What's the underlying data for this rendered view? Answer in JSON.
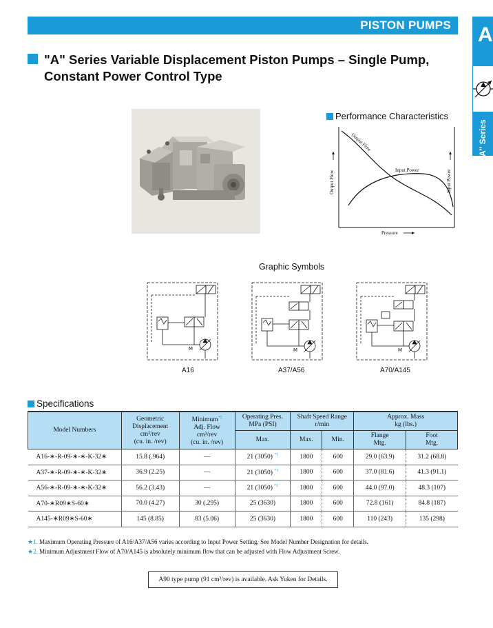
{
  "header": {
    "title": "PISTON PUMPS"
  },
  "side_tab": {
    "letter": "A",
    "series_label": "\"A\" Series",
    "symbol_icon": "pump-symbol-icon"
  },
  "title": {
    "line1": "\"A\" Series Variable Displacement Piston Pumps – Single Pump,",
    "line2": "Constant Power Control Type"
  },
  "photo": {
    "icon": "piston-pump-photo"
  },
  "performance": {
    "title": "Performance Characteristics",
    "output_flow_label": "Output Flow",
    "input_power_label": "Input Power",
    "y_left_label": "Output Flow",
    "y_right_label": "Input Power",
    "x_label": "Pressure"
  },
  "graphic_symbols": {
    "title": "Graphic Symbols",
    "items": [
      {
        "label": "A16"
      },
      {
        "label": "A37/A56"
      },
      {
        "label": "A70/A145"
      }
    ]
  },
  "specifications": {
    "title": "Specifications",
    "headers": {
      "model": "Model Numbers",
      "disp": [
        "Geometric",
        "Displacement",
        "cm³/rev",
        "(cu. in. /rev)"
      ],
      "minflow": [
        "Minimum",
        "Adj. Flow",
        "cm³/rev",
        "(cu. in. /rev)"
      ],
      "minflow_note": "*2",
      "pres": [
        "Operating Pres.",
        "MPa (PSI)"
      ],
      "pres_max": "Max.",
      "speed": [
        "Shaft Speed Range",
        "r/min"
      ],
      "speed_max": "Max.",
      "speed_min": "Min.",
      "mass": [
        "Approx. Mass",
        "kg (lbs.)"
      ],
      "flange": [
        "Flange",
        "Mtg."
      ],
      "foot": [
        "Foot",
        "Mtg."
      ]
    },
    "rows": [
      {
        "model": "A16-∗-R-09-∗-∗-K-32∗",
        "disp": "15.8 (.964)",
        "minflow": "—",
        "pres": "21 (3050)",
        "note": "*1",
        "max": "1800",
        "min": "600",
        "flange": "29.0 (63.9)",
        "foot": "31.2 (68.8)"
      },
      {
        "model": "A37-∗-R-09-∗-∗-K-32∗",
        "disp": "36.9 (2.25)",
        "minflow": "—",
        "pres": "21 (3050)",
        "note": "*1",
        "max": "1800",
        "min": "600",
        "flange": "37.0 (81.6)",
        "foot": "41.3 (91.1)"
      },
      {
        "model": "A56-∗-R-09-∗-∗-K-32∗",
        "disp": "56.2 (3.43)",
        "minflow": "—",
        "pres": "21 (3050)",
        "note": "*1",
        "max": "1800",
        "min": "600",
        "flange": "44.0 (97.0)",
        "foot": "48.3 (107)"
      },
      {
        "model": "A70-∗R09∗S-60∗",
        "disp": "70.0 (4.27)",
        "minflow": "30 (.295)",
        "pres": "25 (3630)",
        "note": "",
        "max": "1800",
        "min": "600",
        "flange": "72.8 (161)",
        "foot": "84.8 (187)"
      },
      {
        "model": "A145-∗R09∗S-60∗",
        "disp": "145 (8.85)",
        "minflow": "83 (5.06)",
        "pres": "25 (3630)",
        "note": "",
        "max": "1800",
        "min": "600",
        "flange": "110 (243)",
        "foot": "135 (298)"
      }
    ]
  },
  "footnotes": [
    {
      "mark": "★1.",
      "text": "Maximum Operating Pressure of A16/A37/A56 varies according to Input Power Setting. See Model Number Designation for details."
    },
    {
      "mark": "★2.",
      "text": "Minimum Adjustment Flow of A70/A145 is absolutely minimum flow that can be adjusted with Flow Adjustment Screw."
    }
  ],
  "note_box": {
    "text": "A90 type pump (91 cm³/rev) is available. Ask Yuken for Details."
  }
}
